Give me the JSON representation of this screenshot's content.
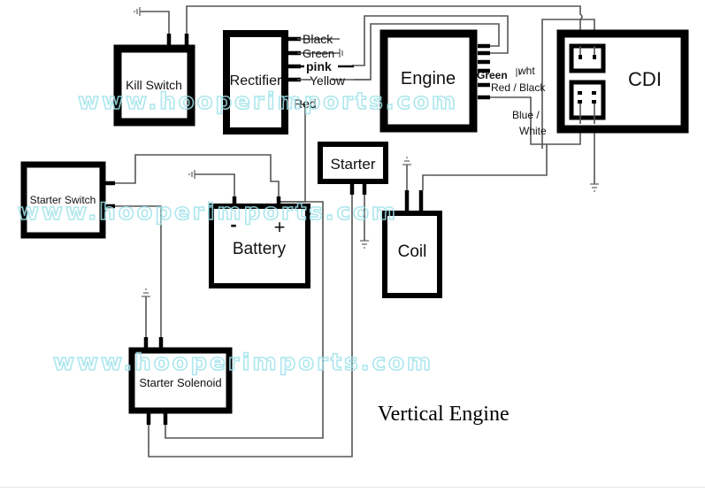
{
  "title": "Vertical Engine",
  "components": {
    "kill_switch": "Kill Switch",
    "rectifier": "Rectifier",
    "engine": "Engine",
    "cdi": "CDI",
    "starter_switch": "Starter Switch",
    "battery": "Battery",
    "battery_negative": "-",
    "battery_positive": "+",
    "starter": "Starter",
    "coil": "Coil",
    "starter_solenoid": "Starter Solenoid"
  },
  "wire_labels": {
    "black": "Black",
    "green": "Green",
    "pink": "pink",
    "yellow": "Yellow",
    "red": "Red",
    "engine_green": "Green",
    "wht": "wht",
    "red_black": "Red / Black",
    "blue": "Blue /",
    "white": "White"
  },
  "watermark": "www.hooperimports.com",
  "colors": {
    "line": "#000000",
    "wire": "#555555",
    "watermark": "#9fe3ea",
    "background": "#ffffff"
  }
}
